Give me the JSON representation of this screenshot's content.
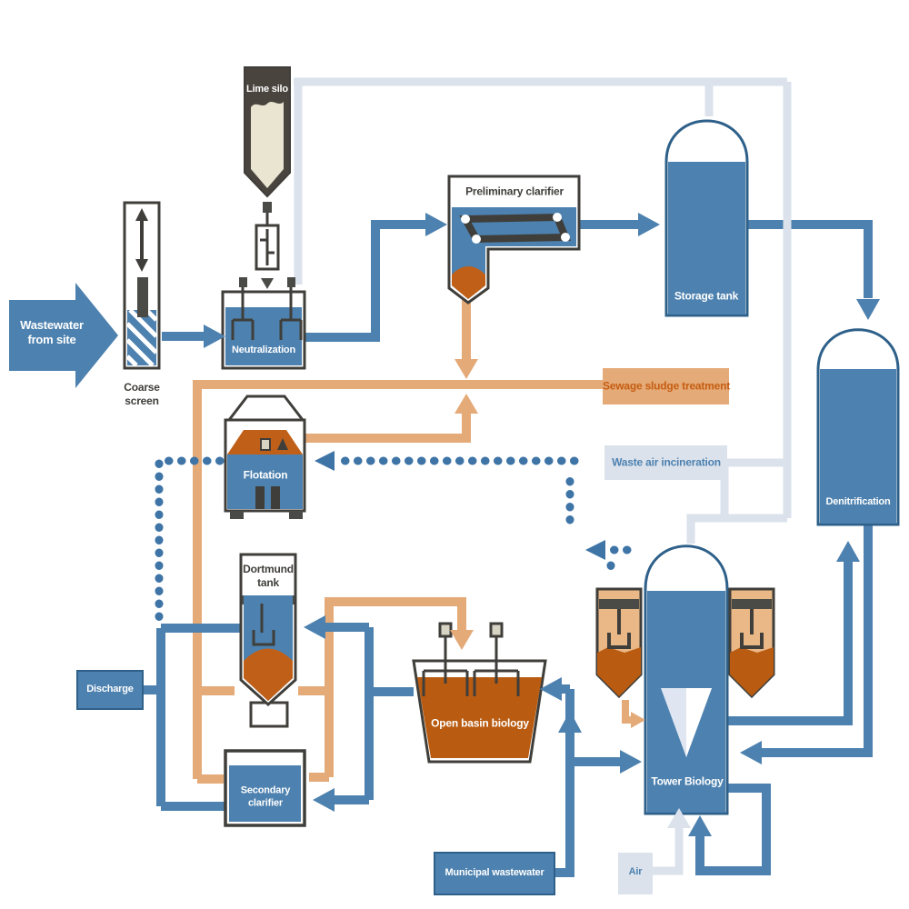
{
  "colors": {
    "water_blue": "#4d81af",
    "tank_border_blue": "#2e6089",
    "sludge_line_orange": "#e4aa78",
    "sludge_fill_orange": "#b95c12",
    "sludge_mound_orange": "#c06018",
    "waste_air_line_gray": "#dbe2ec",
    "dotted_recycle_blue": "#3e74a6",
    "dark_outline": "#3f3e3a",
    "lime_silo_dark": "#4a443f",
    "lime_cream": "#e9e5d1",
    "hopper_tan": "#eab886",
    "orange_box_text": "#c65d11"
  },
  "nodes": {
    "wastewater_from_site": "Wastewater from site",
    "coarse_screen": "Coarse screen",
    "lime_silo": "Lime silo",
    "neutralization": "Neutralization",
    "preliminary_clarifier": "Preliminary clarifier",
    "storage_tank": "Storage tank",
    "sewage_sludge_treatment": "Sewage sludge treatment",
    "waste_air_incineration": "Waste air incineration",
    "flotation": "Flotation",
    "denitrification": "Denitrification",
    "dortmund_tank": "Dortmund tank",
    "discharge": "Discharge",
    "open_basin_biology": "Open basin biology",
    "secondary_clarifier": "Secondary clarifier",
    "tower_biology": "Tower Biology",
    "municipal_wastewater": "Municipal wastewater",
    "air": "Air"
  }
}
